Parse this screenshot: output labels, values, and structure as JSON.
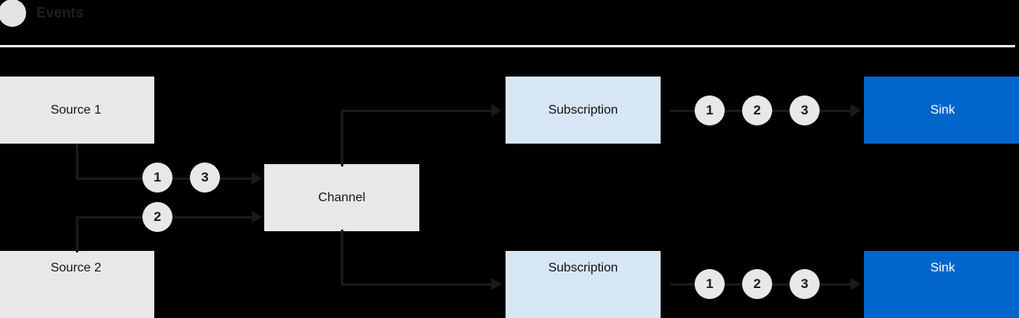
{
  "legend": {
    "icon": "event-circle-icon",
    "label": "Events"
  },
  "diagram": {
    "nodes": {
      "source_1": "Source 1",
      "source_2": "Source 2",
      "channel": "Channel",
      "subscription_top": "Subscription",
      "subscription_bottom": "Subscription",
      "sink_top": "Sink",
      "sink_bottom": "Sink"
    },
    "events": {
      "source1_to_channel": [
        "1",
        "3"
      ],
      "source2_to_channel": [
        "2"
      ],
      "subscription_top_to_sink": [
        "1",
        "2",
        "3"
      ],
      "subscription_bottom_to_sink": [
        "1",
        "2",
        "3"
      ]
    }
  },
  "colors": {
    "background": "#000000",
    "node_gray": "#e8e8e8",
    "node_blue_light": "#d7e6f5",
    "node_blue_strong": "#0066cc",
    "edge": "#1a1a1a",
    "divider": "#e9e9e9",
    "badge": "#e8e8e8"
  }
}
